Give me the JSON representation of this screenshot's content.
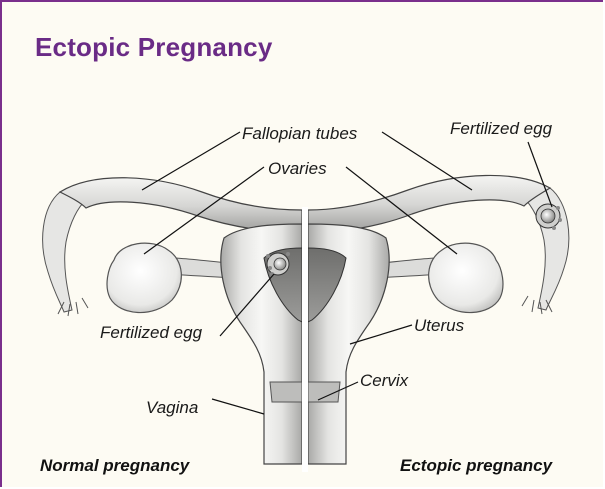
{
  "title": "Ectopic Pregnancy",
  "labels": {
    "fallopian_tubes": "Fallopian tubes",
    "fertilized_egg_ectopic": "Fertilized egg",
    "ovaries": "Ovaries",
    "fertilized_egg_normal": "Fertilized egg",
    "uterus": "Uterus",
    "cervix": "Cervix",
    "vagina": "Vagina"
  },
  "captions": {
    "normal": "Normal pregnancy",
    "ectopic": "Ectopic pregnancy"
  },
  "colors": {
    "border": "#7a2f8c",
    "title": "#6a2b86",
    "background": "#fdfbf3"
  }
}
